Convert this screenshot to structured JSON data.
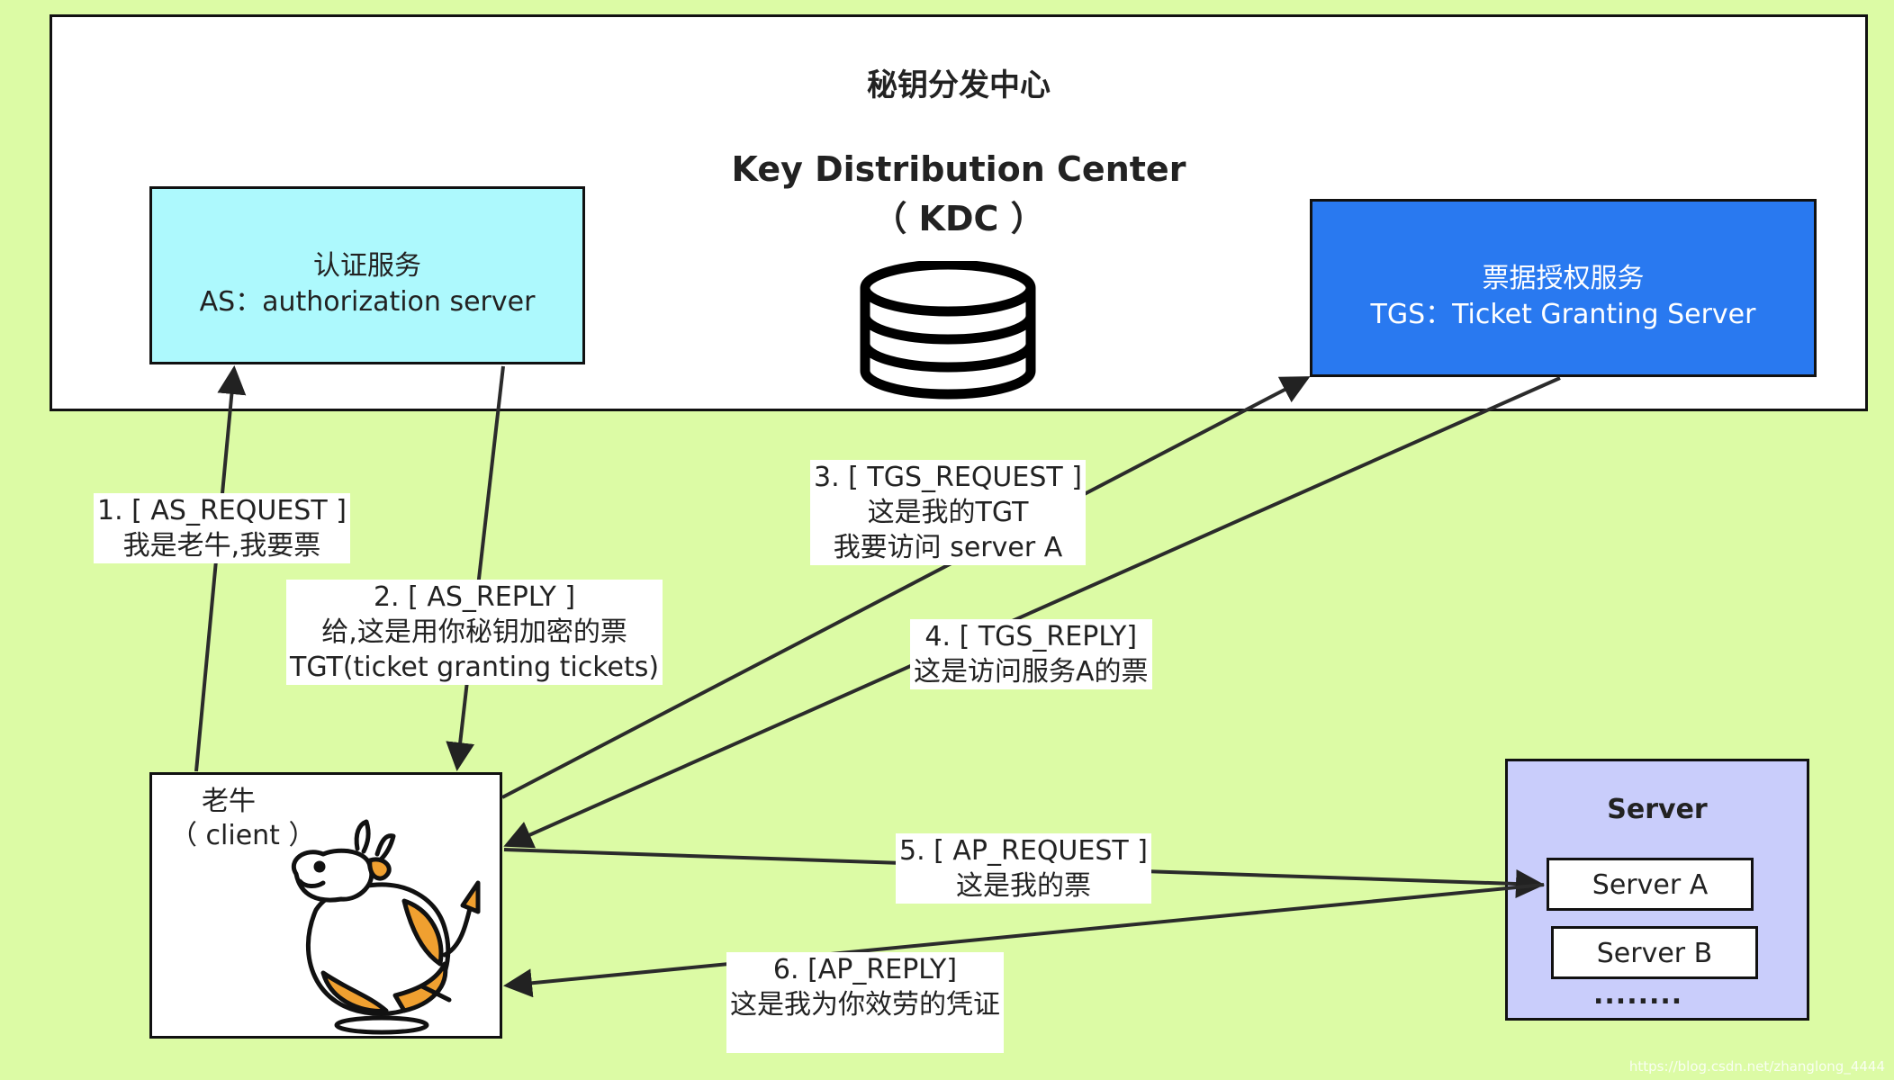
{
  "kdc": {
    "title_cn": "秘钥分发中心",
    "title_en": "Key Distribution Center",
    "title_abbr": "（ KDC ）"
  },
  "as_box": {
    "line1": "认证服务",
    "line2": "AS：authorization server"
  },
  "tgs_box": {
    "line1": "票据授权服务",
    "line2": "TGS：Ticket Granting Server"
  },
  "client": {
    "line1": "老牛",
    "line2": "（ client ）"
  },
  "server_group": {
    "title": "Server",
    "server_a": "Server A",
    "server_b": "Server B",
    "more": "........"
  },
  "steps": {
    "s1": {
      "line1": "1. [ AS_REQUEST ]",
      "line2": "我是老牛,我要票"
    },
    "s2": {
      "line1": "2. [ AS_REPLY ]",
      "line2": "给,这是用你秘钥加密的票",
      "line3": "TGT(ticket granting tickets)"
    },
    "s3": {
      "line1": "3. [ TGS_REQUEST ]",
      "line2": "这是我的TGT",
      "line3": "我要访问 server A"
    },
    "s4": {
      "line1": "4. [ TGS_REPLY]",
      "line2": "这是访问服务A的票"
    },
    "s5": {
      "line1": "5. [ AP_REQUEST ]",
      "line2": "这是我的票"
    },
    "s6": {
      "line1": "6. [AP_REPLY]",
      "line2": "这是我为你效劳的凭证"
    }
  },
  "watermark": "https://blog.csdn.net/zhanglong_4444",
  "colors": {
    "background": "#dcfba5",
    "as_box": "#adf9fd",
    "tgs_box": "#2979f0",
    "server_group": "#c9cdfb",
    "cow_orange": "#f0a030"
  }
}
